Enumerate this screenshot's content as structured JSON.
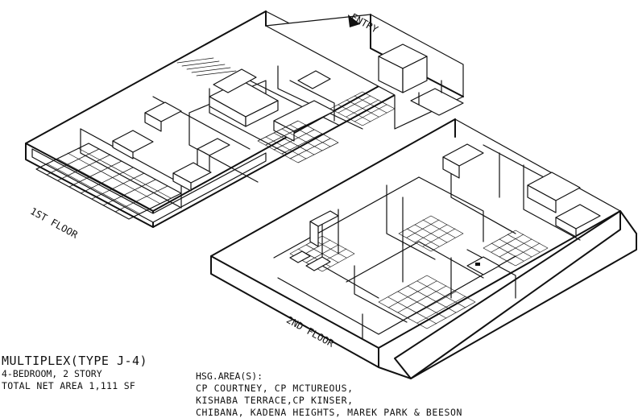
{
  "title": "MULTIPLEX(TYPE J-4)",
  "subtitle": "4-BEDROOM, 2 STORY",
  "total_net_area": "TOTAL NET AREA 1,111 SF",
  "housing_area": {
    "heading": "HSG.AREA(S):",
    "lines": [
      "CP COURTNEY,  CP MCTUREOUS,",
      "KISHABA TERRACE,CP KINSER,",
      "CHIBANA,  KADENA HEIGHTS,  MAREK PARK & BEESON"
    ]
  },
  "floor_labels": {
    "first": "1ST FLOOR",
    "second": "2ND FLOOR",
    "entry": "ENTRY"
  }
}
